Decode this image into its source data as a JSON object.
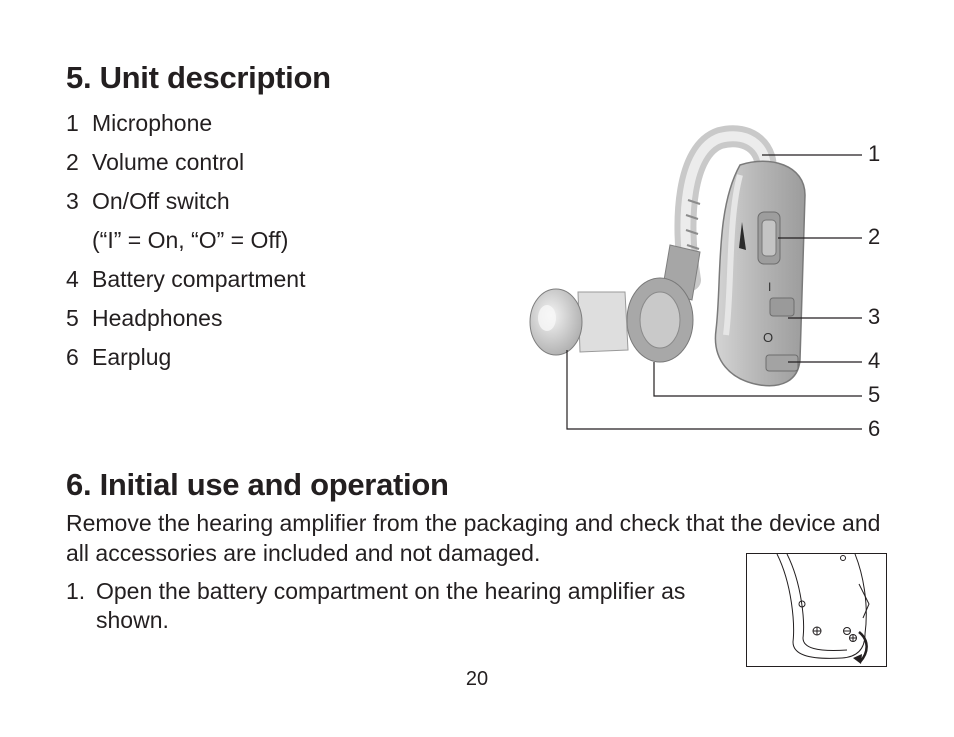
{
  "section5": {
    "title": "5. Unit description",
    "items": [
      {
        "num": "1",
        "label": "Microphone"
      },
      {
        "num": "2",
        "label": "Volume control"
      },
      {
        "num": "3",
        "label": "On/Off switch"
      },
      {
        "num": "",
        "label": "(“I” = On, “O” = Off)"
      },
      {
        "num": "4",
        "label": "Battery compartment"
      },
      {
        "num": "5",
        "label": "Headphones"
      },
      {
        "num": "6",
        "label": "Earplug"
      }
    ],
    "figure": {
      "callouts": [
        "1",
        "2",
        "3",
        "4",
        "5",
        "6"
      ],
      "switch_on_mark": "I",
      "switch_off_mark": "O"
    }
  },
  "section6": {
    "title": "6. Initial use and operation",
    "intro": "Remove the hearing amplifier from the packaging and check that the device and all accessories are included and not damaged.",
    "steps": [
      {
        "num": "1.",
        "text": "Open the battery compartment on the hearing amplifier as shown."
      }
    ]
  },
  "page_number": "20",
  "colors": {
    "text": "#231f20",
    "device_gray": "#b8b8b8",
    "device_dark": "#8a8a8a"
  }
}
